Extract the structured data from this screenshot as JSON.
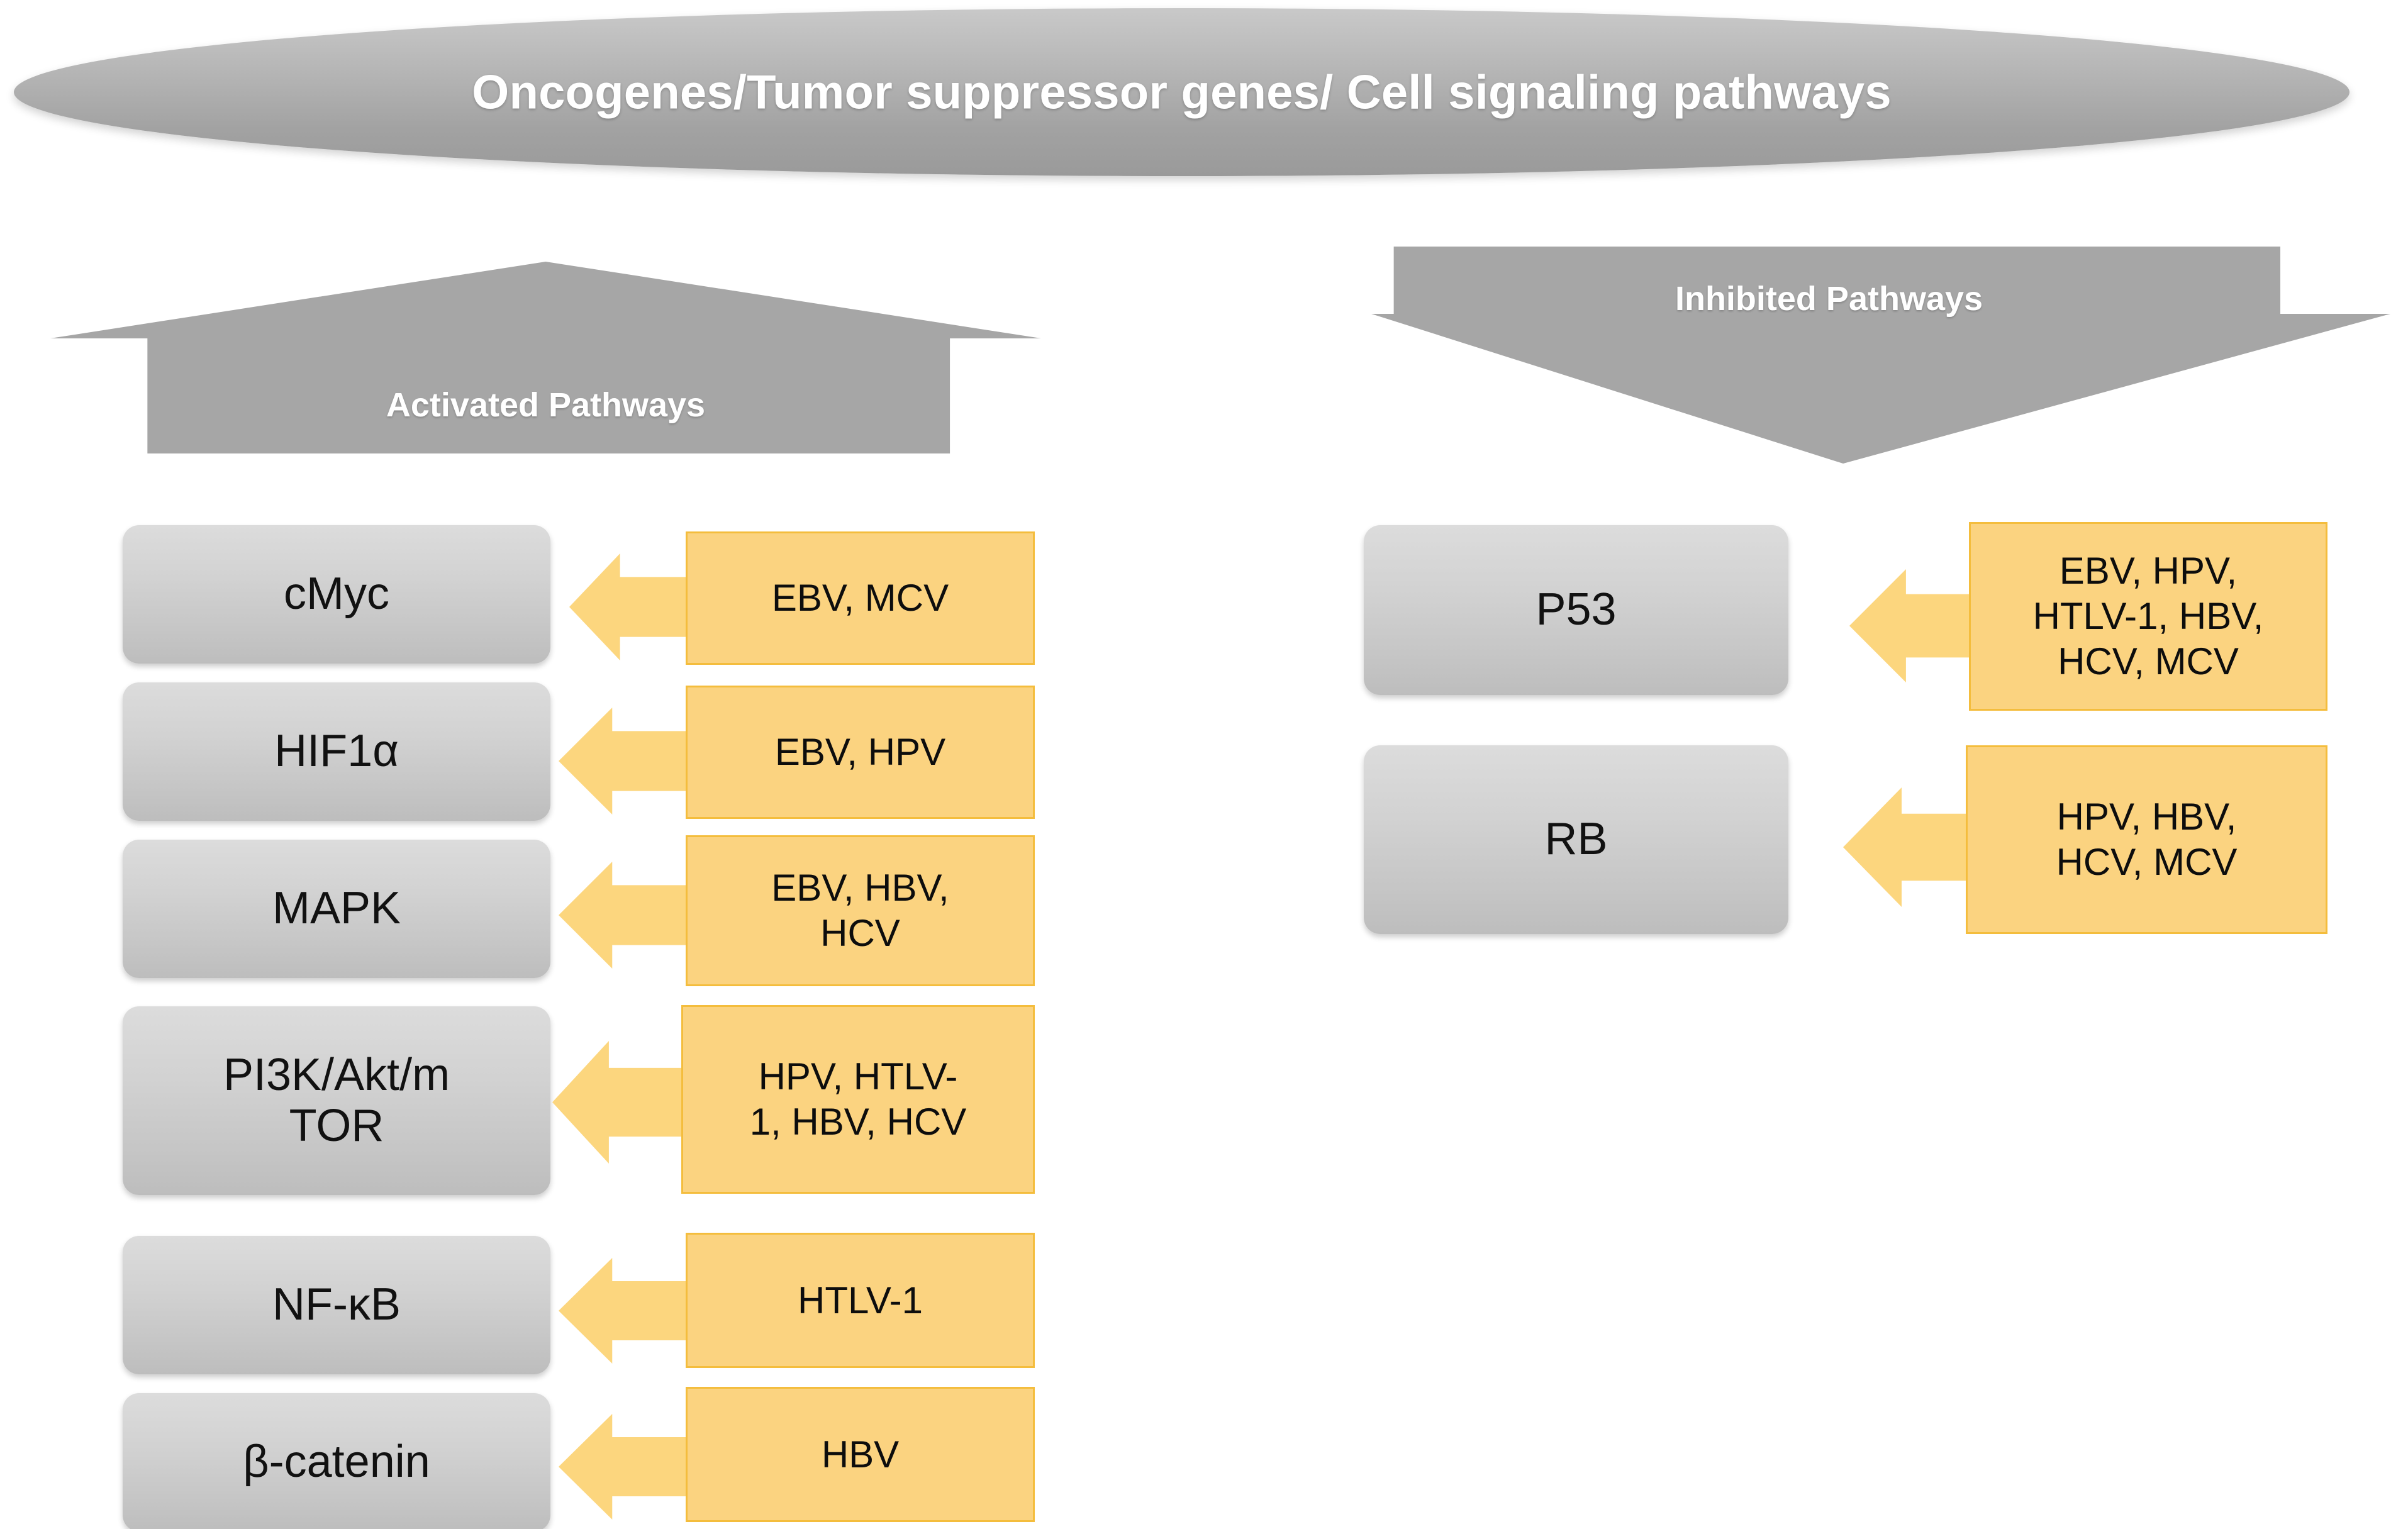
{
  "diagram": {
    "title": "Oncogenes/Tumor suppressor genes/ Cell signaling pathways",
    "banners": {
      "activated": "Activated Pathways",
      "inhibited": "Inhibited Pathways"
    },
    "colors": {
      "ellipse_fill": "#b3b3b3",
      "banner_fill": "#a6a6a6",
      "gene_box_fill": "#d2d2d2",
      "virus_box_fill": "#fbd380",
      "virus_box_border": "#f4bd3d",
      "arrow_fill": "#fcd67e",
      "title_text": "#ffffff",
      "body_text": "#111111"
    },
    "activated_pathways": [
      {
        "gene": "cMyc",
        "viruses": "EBV, MCV"
      },
      {
        "gene": "HIF1α",
        "viruses": "EBV, HPV"
      },
      {
        "gene": "MAPK",
        "viruses": "EBV, HBV,\nHCV"
      },
      {
        "gene": "PI3K/Akt/m\nTOR",
        "viruses": "HPV, HTLV-\n1, HBV, HCV"
      },
      {
        "gene": "NF-κB",
        "viruses": "HTLV-1"
      },
      {
        "gene": "β-catenin",
        "viruses": "HBV"
      }
    ],
    "inhibited_pathways": [
      {
        "gene": "P53",
        "viruses": "EBV, HPV,\nHTLV-1, HBV,\nHCV, MCV"
      },
      {
        "gene": "RB",
        "viruses": "HPV, HBV,\nHCV, MCV"
      }
    ]
  }
}
